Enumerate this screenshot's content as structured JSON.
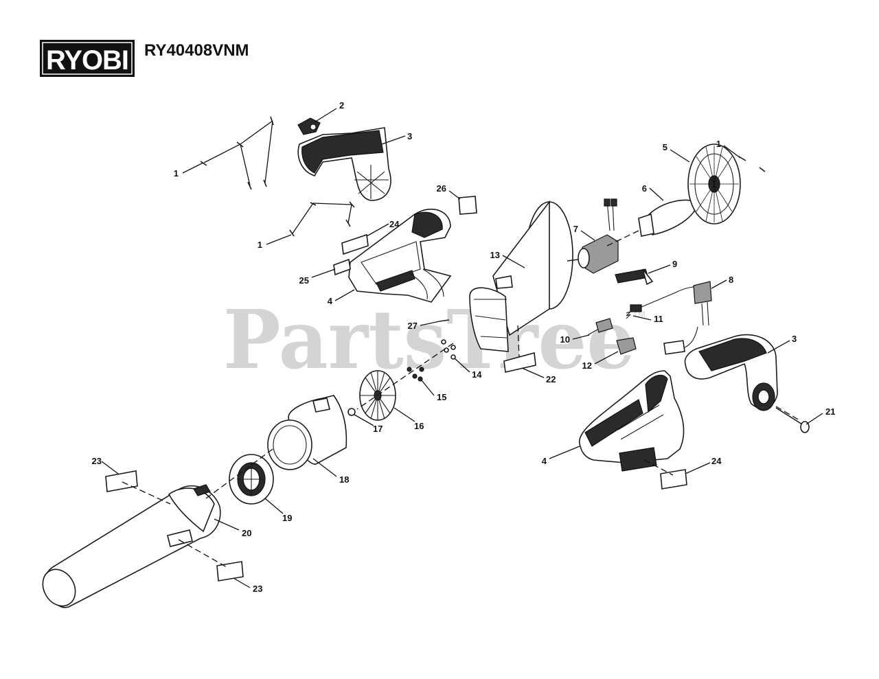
{
  "header": {
    "brand_logo_text": "RYOBI",
    "model_number": "RY40408VNM"
  },
  "watermark": {
    "text": "PartsTree",
    "trademark": "TM"
  },
  "callouts": [
    {
      "id": "c1a",
      "label": "1"
    },
    {
      "id": "c2",
      "label": "2"
    },
    {
      "id": "c3a",
      "label": "3"
    },
    {
      "id": "c1b",
      "label": "1"
    },
    {
      "id": "c24a",
      "label": "24"
    },
    {
      "id": "c25",
      "label": "25"
    },
    {
      "id": "c4a",
      "label": "4"
    },
    {
      "id": "c26",
      "label": "26"
    },
    {
      "id": "c13",
      "label": "13"
    },
    {
      "id": "c7",
      "label": "7"
    },
    {
      "id": "c6",
      "label": "6"
    },
    {
      "id": "c5",
      "label": "5"
    },
    {
      "id": "c1c",
      "label": "1"
    },
    {
      "id": "c9",
      "label": "9"
    },
    {
      "id": "c8",
      "label": "8"
    },
    {
      "id": "c11",
      "label": "11"
    },
    {
      "id": "c10",
      "label": "10"
    },
    {
      "id": "c3b",
      "label": "3"
    },
    {
      "id": "c12",
      "label": "12"
    },
    {
      "id": "c27",
      "label": "27"
    },
    {
      "id": "c14",
      "label": "14"
    },
    {
      "id": "c22",
      "label": "22"
    },
    {
      "id": "c15",
      "label": "15"
    },
    {
      "id": "c16",
      "label": "16"
    },
    {
      "id": "c17",
      "label": "17"
    },
    {
      "id": "c21",
      "label": "21"
    },
    {
      "id": "c18",
      "label": "18"
    },
    {
      "id": "c23a",
      "label": "23"
    },
    {
      "id": "c19",
      "label": "19"
    },
    {
      "id": "c20",
      "label": "20"
    },
    {
      "id": "c4b",
      "label": "4"
    },
    {
      "id": "c24b",
      "label": "24"
    },
    {
      "id": "c23b",
      "label": "23"
    }
  ],
  "colors": {
    "ink": "#111111",
    "watermark": "#d4d4d4",
    "logo_background": "#111111",
    "logo_text": "#ffffff"
  }
}
